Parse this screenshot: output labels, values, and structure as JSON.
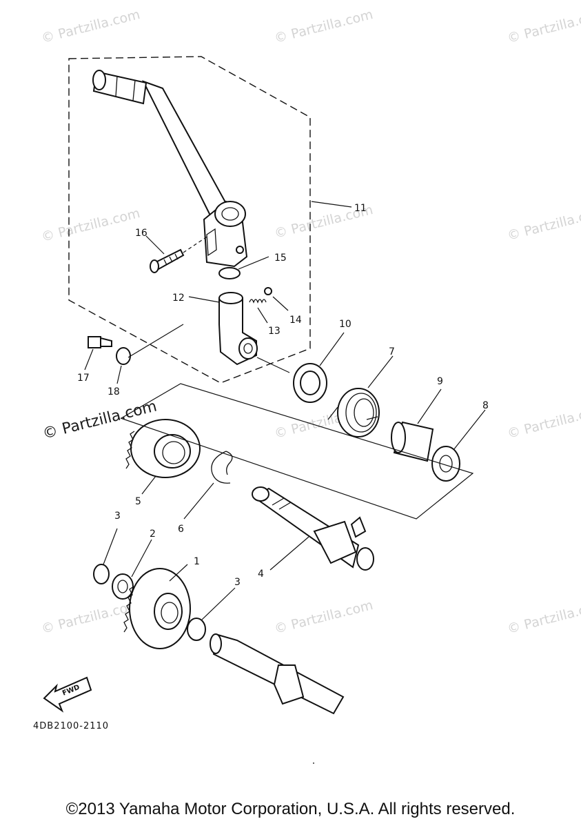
{
  "watermark": "© Partzilla.com",
  "watermark_highlight": "© Partzilla.com",
  "diagram_code": "4DB2100-2110",
  "fwd_label": "FWD",
  "callouts": {
    "c1": "1",
    "c2": "2",
    "c3a": "3",
    "c3b": "3",
    "c4": "4",
    "c5": "5",
    "c6": "6",
    "c7": "7",
    "c8": "8",
    "c9": "9",
    "c10": "10",
    "c11": "11",
    "c12": "12",
    "c13": "13",
    "c14": "14",
    "c15": "15",
    "c16": "16",
    "c17": "17",
    "c18": "18"
  },
  "copyright": "©2013 Yamaha Motor Corporation, U.S.A. All rights reserved."
}
